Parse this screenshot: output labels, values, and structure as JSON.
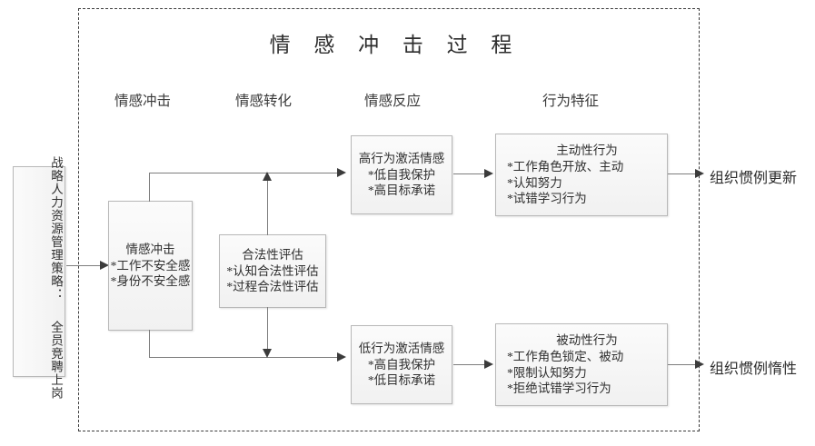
{
  "diagram": {
    "title": "情 感 冲 击 过 程",
    "boundary_name": "情感冲击过程边界"
  },
  "stages": [
    {
      "label": "情感冲击"
    },
    {
      "label": "情感转化"
    },
    {
      "label": "情感反应"
    },
    {
      "label": "行为特征"
    }
  ],
  "policy_box": {
    "column_right": "战略人力资源管理策略：",
    "column_left": "全员竞聘上岗"
  },
  "nodes": {
    "emotional_shock": {
      "head": "情感冲击",
      "bullets": [
        "*工作不安全感",
        "*身份不安全感"
      ]
    },
    "legitimacy_evaluation": {
      "head": "合法性评估",
      "bullets": [
        "*认知合法性评估",
        "*过程合法性评估"
      ]
    },
    "high_activation": {
      "head": "高行为激活情感",
      "bullets": [
        "*低自我保护",
        "*高目标承诺"
      ]
    },
    "low_activation": {
      "head": "低行为激活情感",
      "bullets": [
        "*高自我保护",
        "*低目标承诺"
      ]
    },
    "proactive_behavior": {
      "head": "主动性行为",
      "bullets": [
        "*工作角色开放、主动",
        "*认知努力",
        "*试错学习行为"
      ]
    },
    "passive_behavior": {
      "head": "被动性行为",
      "bullets": [
        "*工作角色锁定、被动",
        "*限制认知努力",
        "*拒绝试错学习行为"
      ]
    }
  },
  "outcomes": [
    {
      "label": "组织惯例更新"
    },
    {
      "label": "组织惯例惰性"
    }
  ],
  "colors": {
    "box_border": "#b8b8b8",
    "box_fill": "#f3f3f3",
    "connector": "#7d7d7d",
    "arrow": "#3b3b3b",
    "boundary": "#3b3b3b",
    "text": "#2f2f2f"
  }
}
